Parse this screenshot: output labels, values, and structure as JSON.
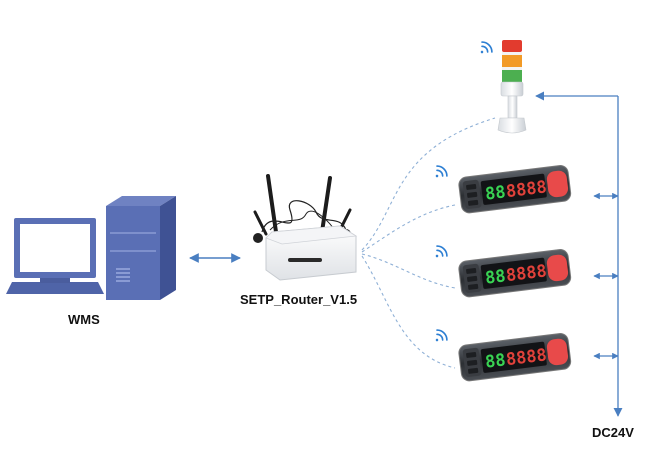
{
  "labels": {
    "wms": "WMS",
    "router": "SETP_Router_V1.5",
    "power": "DC24V"
  },
  "displays": [
    {
      "green_digits": "88",
      "red_digits": "8888"
    },
    {
      "green_digits": "88",
      "red_digits": "8888"
    },
    {
      "green_digits": "88",
      "red_digits": "8888"
    }
  ],
  "colors": {
    "connector": "#4a7fc1",
    "wireless_link": "#8fb0d6",
    "computer": "#5a6fb5",
    "display_green": "#39d353",
    "display_red": "#e0413a",
    "button_red": "#e84a4a",
    "tower_red": "#e23b2e",
    "tower_orange": "#f29a26",
    "tower_green": "#4caf50"
  },
  "icons": [
    "wifi-icon",
    "computer-icon",
    "router-icon",
    "signal-tower-icon",
    "pick-to-light-display-icon"
  ]
}
